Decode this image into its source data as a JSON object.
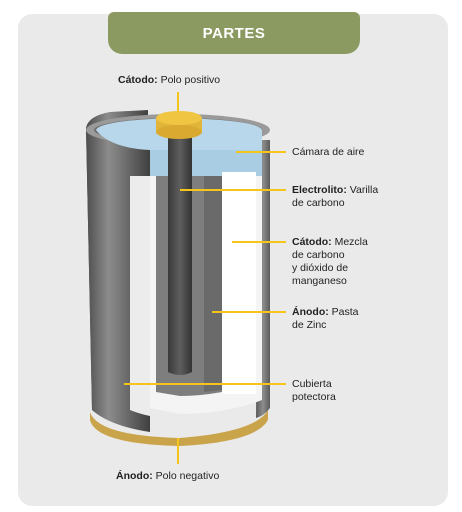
{
  "title": "PARTES",
  "labels": {
    "cathode_pos_bold": "Cátodo:",
    "cathode_pos_text": " Polo positivo",
    "air_chamber": "Cámara de aire",
    "electrolyte_bold": "Electrolito:",
    "electrolyte_text": " Varilla",
    "electrolyte_text2": "de carbono",
    "cathode_mix_bold": "Cátodo:",
    "cathode_mix_text": " Mezcla",
    "cathode_mix_text2": "de carbono",
    "cathode_mix_text3": "y dióxido de",
    "cathode_mix_text4": "manganeso",
    "anode_paste_bold": "Ánodo:",
    "anode_paste_text": " Pasta",
    "anode_paste_text2": "de Zinc",
    "cover_text": "Cubierta",
    "cover_text2": "potectora",
    "anode_neg_bold": "Ánodo:",
    "anode_neg_text": " Polo negativo"
  },
  "colors": {
    "header": "#8b9a61",
    "leader": "#f5c518",
    "terminal": "#f0c542",
    "air": "#b9d7ea",
    "casing_dark": "#5a5a5a",
    "casing_light": "#8a8a8a",
    "bottom_band": "#c9a44a"
  }
}
